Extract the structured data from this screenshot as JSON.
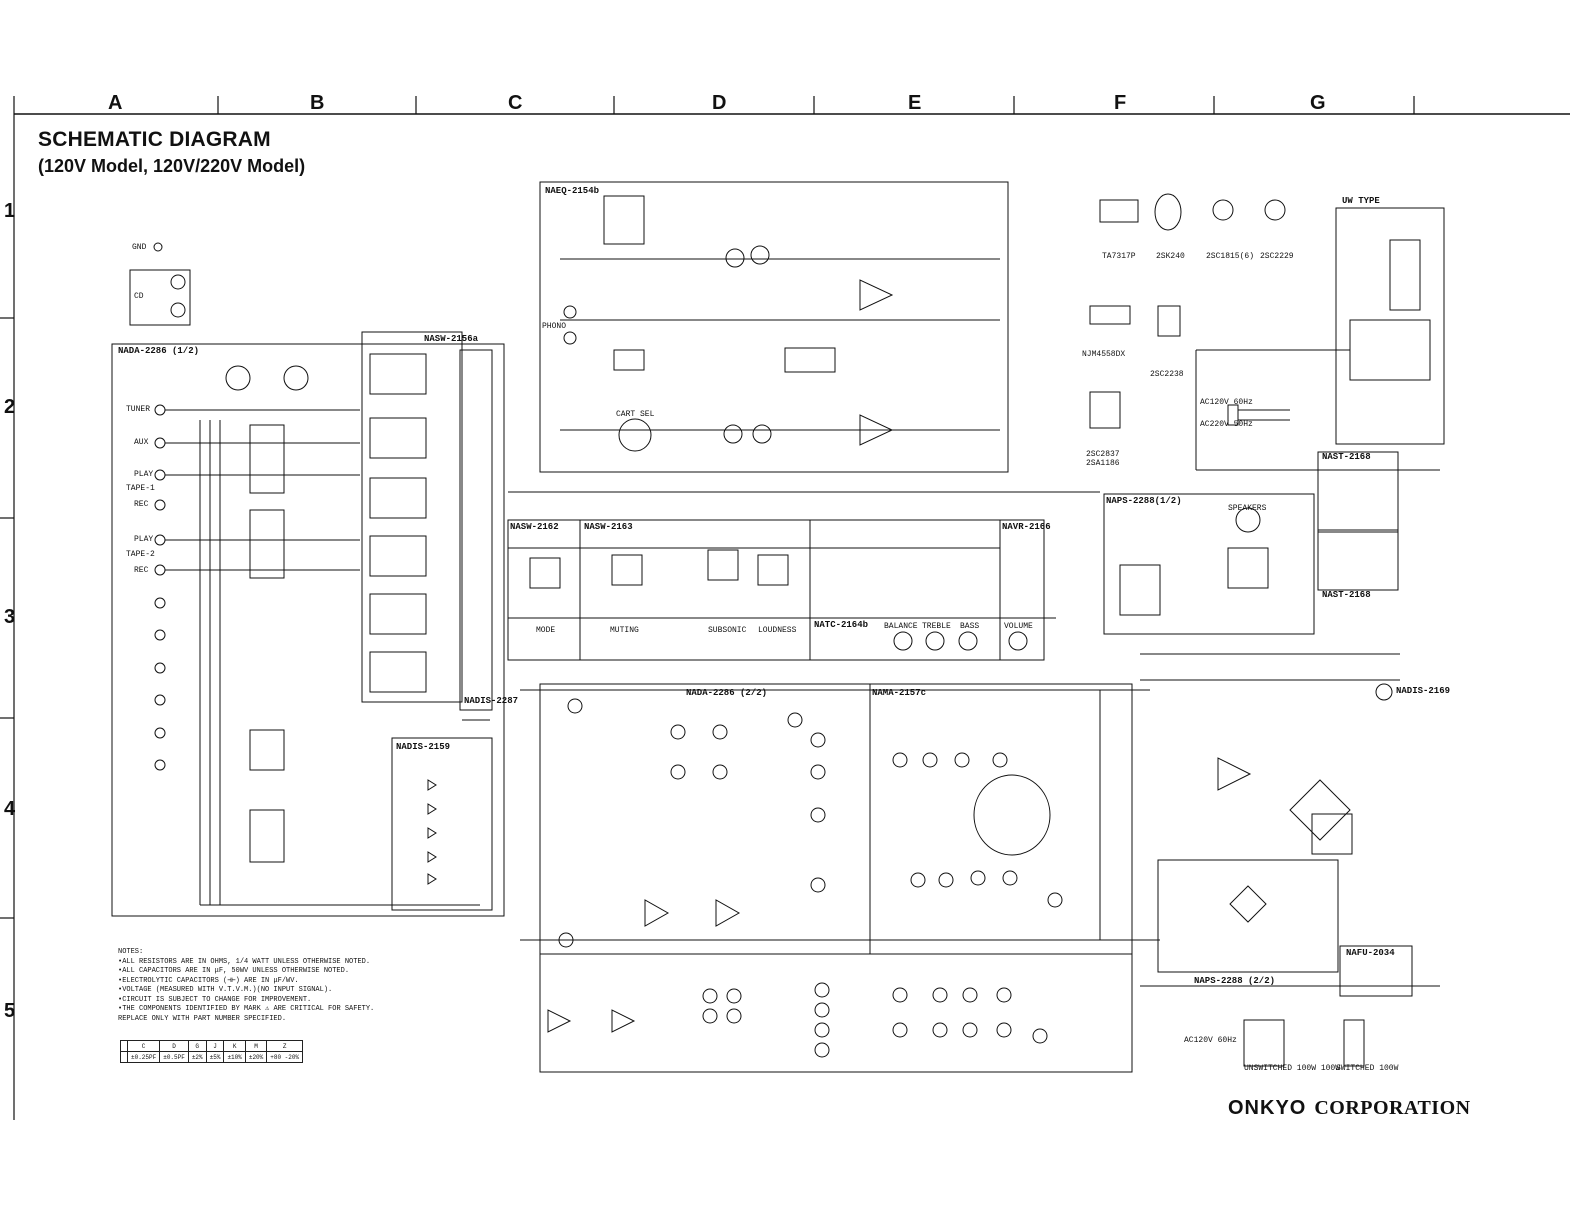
{
  "header": {
    "title": "SCHEMATIC DIAGRAM",
    "subtitle": "(120V Model, 120V/220V Model)"
  },
  "grid": {
    "columns": [
      "A",
      "B",
      "C",
      "D",
      "E",
      "F",
      "G"
    ],
    "rows": [
      "1",
      "2",
      "3",
      "4",
      "5"
    ]
  },
  "boards": {
    "naeq": "NAEQ-2154b",
    "nada1": "NADA-2286 (1/2)",
    "nasw2156": "NASW-2156a",
    "nasw2162": "NASW-2162",
    "nasw2163": "NASW-2163",
    "natc": "NATC-2164b",
    "navr": "NAVR-2166",
    "nada2": "NADA-2286 (2/2)",
    "nama": "NAMA-2157c",
    "nadis2159": "NADIS-2159",
    "nadis2287": "NADIS-2287",
    "naps1": "NAPS-2288(1/2)",
    "naps2": "NAPS-2288 (2/2)",
    "nast1": "NAST-2168",
    "nast2": "NAST-2168",
    "nadis2169": "NADIS-2169",
    "nafu": "NAFU-2034",
    "uw": "UW TYPE"
  },
  "controls": {
    "mode": "MODE",
    "muting": "MUTING",
    "subsonic": "SUBSONIC",
    "loudness": "LOUDNESS",
    "balance": "BALANCE",
    "treble": "TREBLE",
    "bass": "BASS",
    "volume": "VOLUME",
    "speakers": "SPEAKERS",
    "cart_sel": "CART SEL",
    "phono": "PHONO"
  },
  "inputs": {
    "gnd": "GND",
    "cd": "CD",
    "tuner": "TUNER",
    "aux": "AUX",
    "play1": "PLAY",
    "tape1": "TAPE-1",
    "rec1": "REC",
    "play2": "PLAY",
    "tape2": "TAPE-2",
    "rec2": "REC"
  },
  "components": {
    "ta7317p": "TA7317P",
    "sk240": "2SK240",
    "sc1815": "2SC1815(6)",
    "sc2229": "2SC2229",
    "njm4558": "NJM4558DX",
    "sc2238": "2SC2238",
    "sc2837": "2SC2837",
    "sa1186": "2SA1186",
    "ac120v_1": "AC120V 60Hz",
    "ac220v": "AC220V 50Hz",
    "ac120v_2": "AC120V 60Hz",
    "unswitched": "UNSWITCHED 100W 100W",
    "switched": "SWITCHED 100W"
  },
  "notes": [
    "NOTES:",
    "•ALL RESISTORS ARE IN OHMS, 1/4 WATT UNLESS OTHERWISE NOTED.",
    "•ALL CAPACITORS ARE IN μF, 50WV UNLESS OTHERWISE NOTED.",
    "•ELECTROLYTIC CAPACITORS (⊣⊢) ARE IN μF/WV.",
    "•VOLTAGE (MEASURED WITH V.T.V.M.)(NO INPUT SIGNAL).",
    "•CIRCUIT IS SUBJECT TO CHANGE FOR IMPROVEMENT.",
    "•THE COMPONENTS IDENTIFIED BY MARK ⚠ ARE CRITICAL FOR SAFETY.",
    " REPLACE ONLY WITH PART NUMBER SPECIFIED."
  ],
  "codes_table": {
    "header": [
      "",
      "C",
      "D",
      "G",
      "J",
      "K",
      "M",
      "Z"
    ],
    "row": [
      "",
      "±0.25PF",
      "±0.5PF",
      "±2%",
      "±5%",
      "±10%",
      "±20%",
      "+80 -20%"
    ]
  },
  "footer": {
    "brand": "ONKYO",
    "corp": "CORPORATION"
  }
}
